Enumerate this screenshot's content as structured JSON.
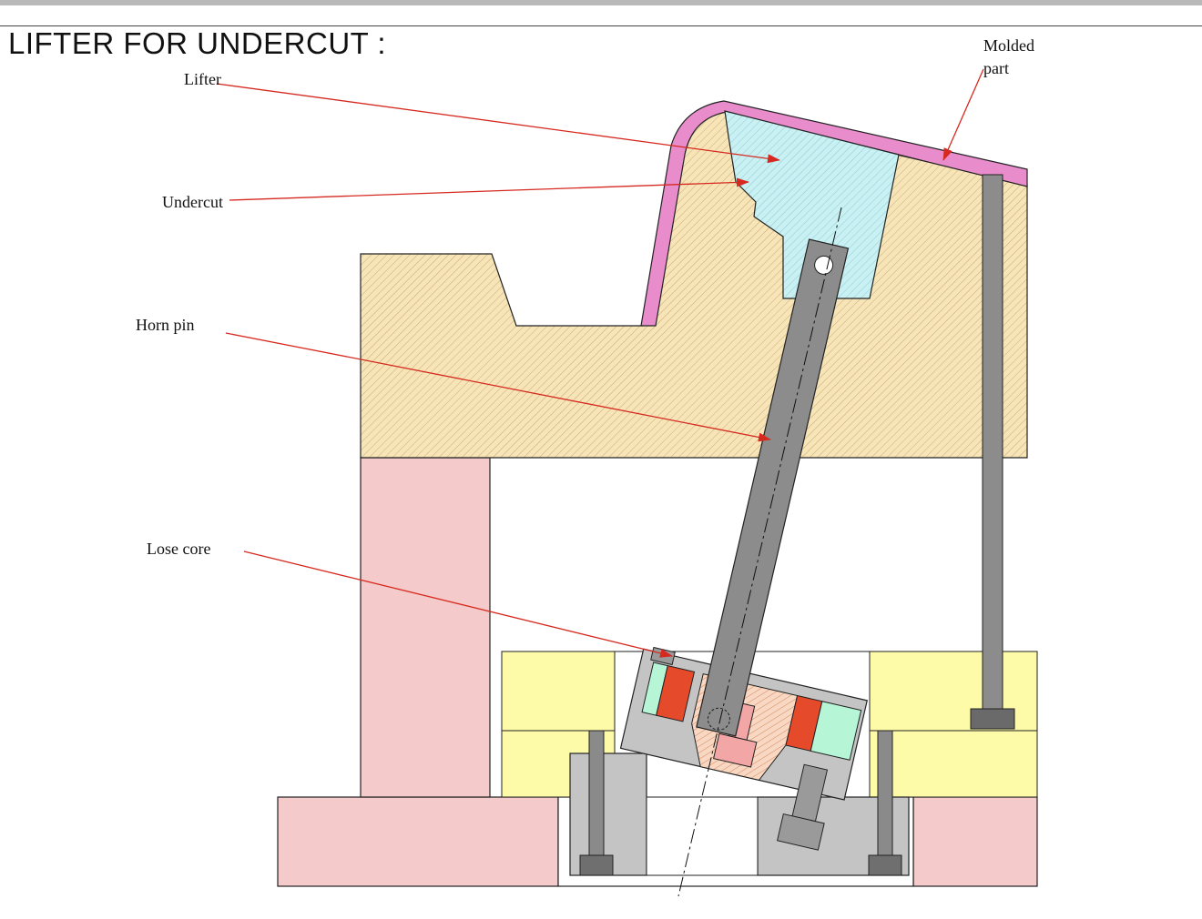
{
  "title": "LIFTER FOR UNDERCUT :",
  "labels": {
    "lifter": "Lifter",
    "undercut": "Undercut",
    "horn_pin": "Horn pin",
    "lose_core": "Lose core",
    "molded_part_line1": "Molded",
    "molded_part_line2": "part"
  },
  "colors": {
    "hatch_core": "#f7e5b8",
    "lifter_cyan": "#c9f0f2",
    "molded_part_pink": "#e98ccc",
    "plate_pink": "#f5caca",
    "plate_yellow": "#fdfaa8",
    "pin_gray": "#8c8c8c",
    "slot_red": "#e54a2a",
    "slot_green": "#b6f5d6",
    "arrow_red": "#d62a20"
  }
}
